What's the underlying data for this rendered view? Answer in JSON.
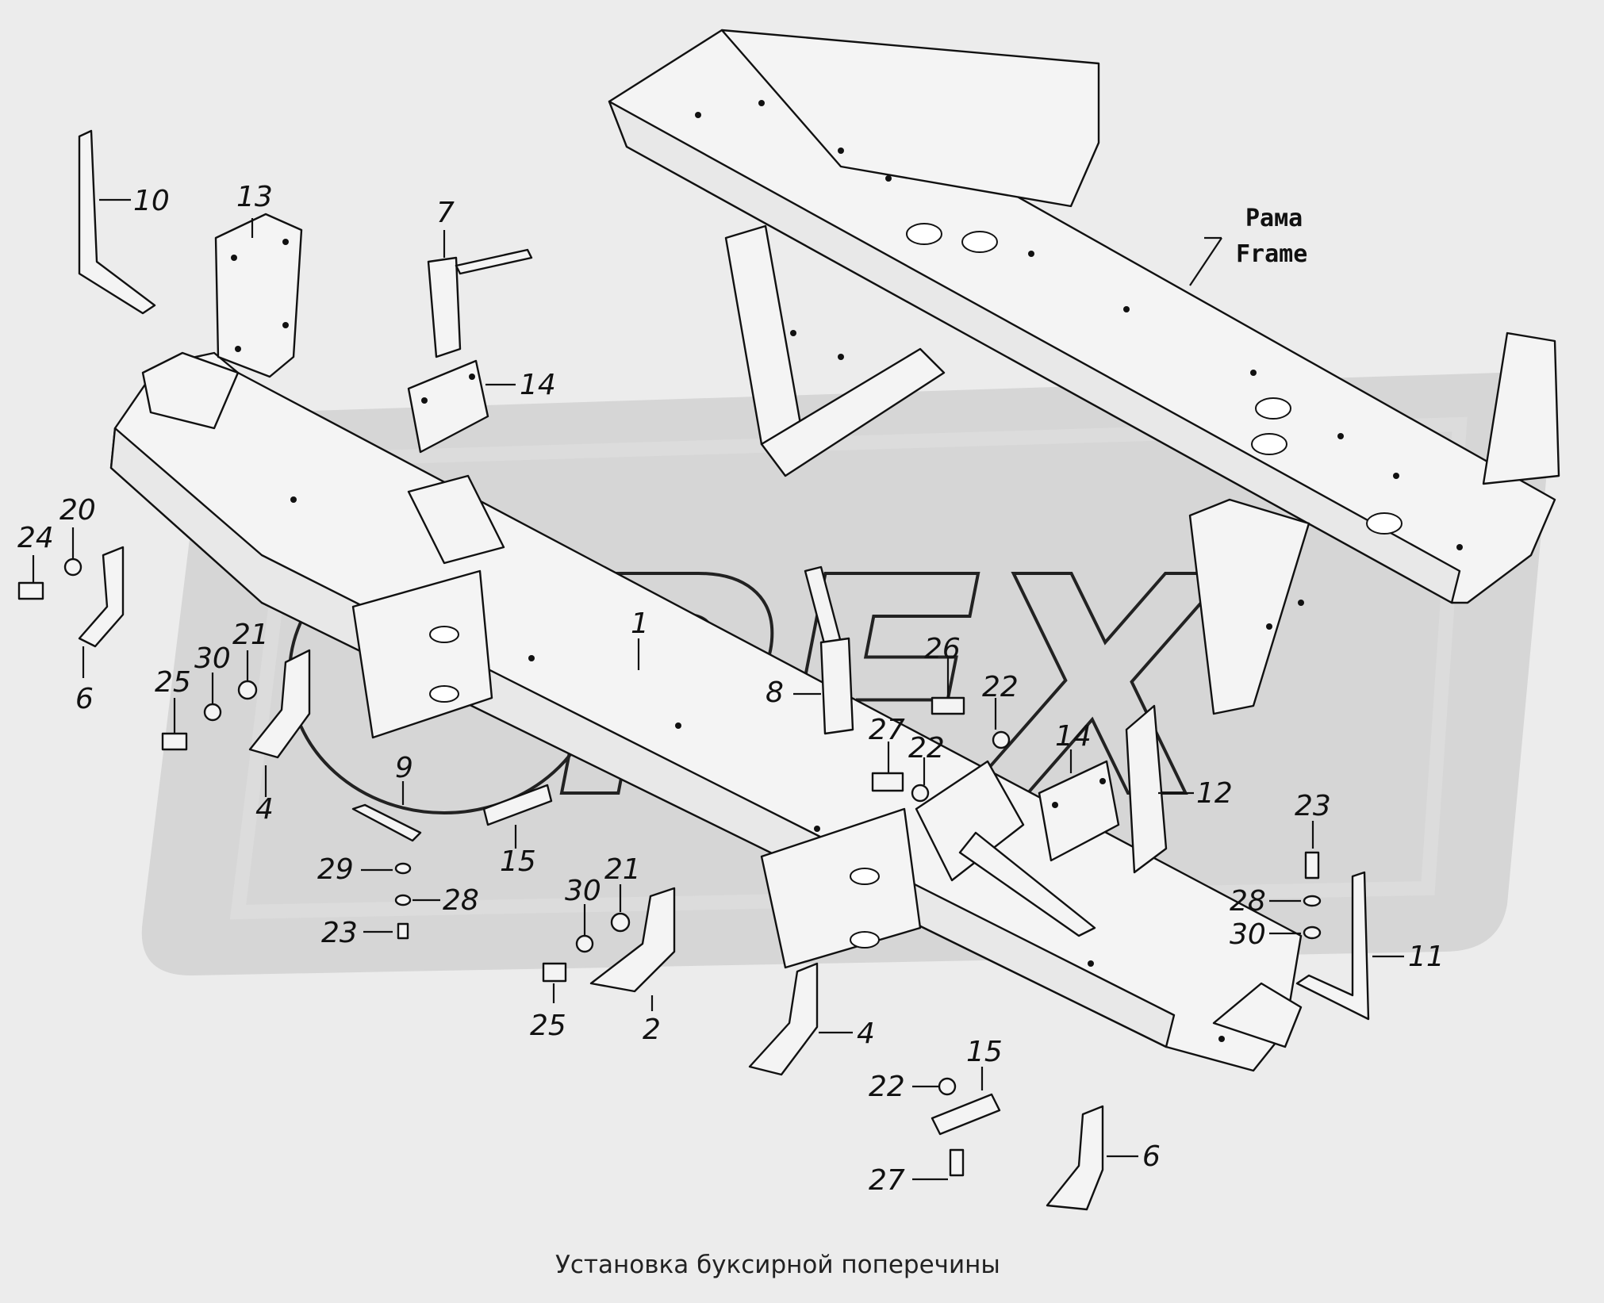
{
  "caption": "Установка буксирной поперечины",
  "frame_label": {
    "ru": "Рама",
    "en": "Frame"
  },
  "watermark": "PEX",
  "callouts": [
    {
      "id": "c10",
      "text": "10"
    },
    {
      "id": "c13",
      "text": "13"
    },
    {
      "id": "c7",
      "text": "7"
    },
    {
      "id": "c14a",
      "text": "14"
    },
    {
      "id": "c20",
      "text": "20"
    },
    {
      "id": "c24",
      "text": "24"
    },
    {
      "id": "c6a",
      "text": "6"
    },
    {
      "id": "c1",
      "text": "1"
    },
    {
      "id": "c21a",
      "text": "21"
    },
    {
      "id": "c30a",
      "text": "30"
    },
    {
      "id": "c25a",
      "text": "25"
    },
    {
      "id": "c4a",
      "text": "4"
    },
    {
      "id": "c9",
      "text": "9"
    },
    {
      "id": "c15a",
      "text": "15"
    },
    {
      "id": "c29",
      "text": "29"
    },
    {
      "id": "c28a",
      "text": "28"
    },
    {
      "id": "c23a",
      "text": "23"
    },
    {
      "id": "c8",
      "text": "8"
    },
    {
      "id": "c26",
      "text": "26"
    },
    {
      "id": "c22a",
      "text": "22"
    },
    {
      "id": "c27a",
      "text": "27"
    },
    {
      "id": "c22b",
      "text": "22"
    },
    {
      "id": "c14b",
      "text": "14"
    },
    {
      "id": "c12",
      "text": "12"
    },
    {
      "id": "c21b",
      "text": "21"
    },
    {
      "id": "c30b",
      "text": "30"
    },
    {
      "id": "c25b",
      "text": "25"
    },
    {
      "id": "c2",
      "text": "2"
    },
    {
      "id": "c4b",
      "text": "4"
    },
    {
      "id": "c23b",
      "text": "23"
    },
    {
      "id": "c28b",
      "text": "28"
    },
    {
      "id": "c30c",
      "text": "30"
    },
    {
      "id": "c11",
      "text": "11"
    },
    {
      "id": "c15b",
      "text": "15"
    },
    {
      "id": "c22c",
      "text": "22"
    },
    {
      "id": "c27b",
      "text": "27"
    },
    {
      "id": "c6b",
      "text": "6"
    }
  ]
}
